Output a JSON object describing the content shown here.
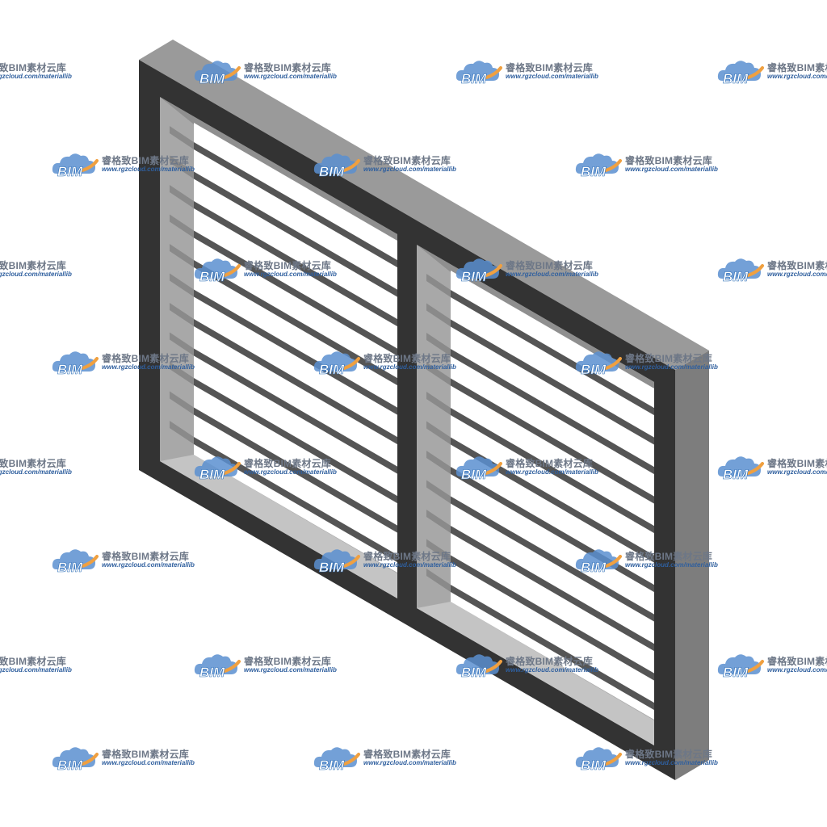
{
  "model": {
    "description_icon": "louver-window-3d-icon",
    "colors": {
      "frame_front": "#333333",
      "frame_top": "#9a9a9a",
      "frame_side": "#7a7a7a",
      "reveal": "#a8a8a8",
      "reveal_light": "#c8c8c8",
      "slat": "#555555",
      "slat_highlight": "#8a8a8a",
      "background": "#ffffff"
    }
  },
  "watermark": {
    "logo_text": "BIM",
    "title": "睿格致BIM素材云库",
    "url": "www.rgzcloud.com/materiallib",
    "colors": {
      "cloud": "#5b8fd0",
      "swoosh": "#f0a040",
      "logo_text": "#2f6fb8"
    }
  }
}
